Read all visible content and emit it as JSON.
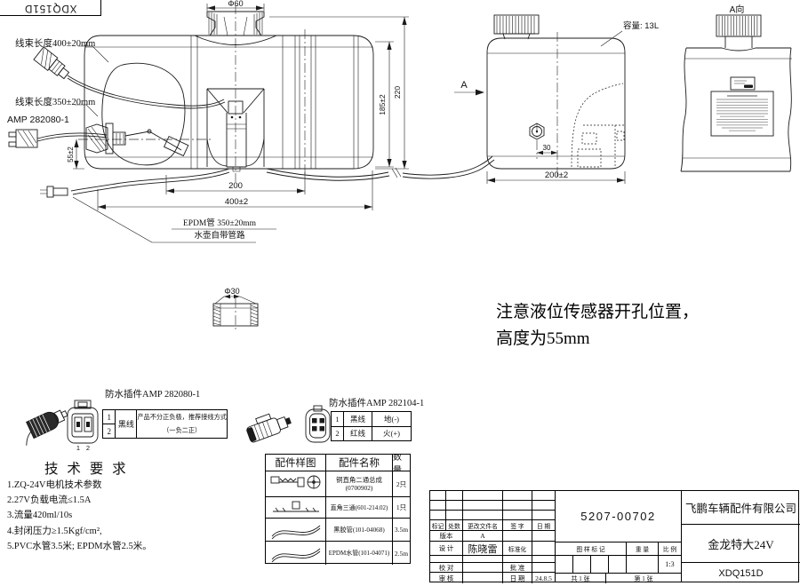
{
  "corner_stamp": {
    "text": "XDQ151D"
  },
  "main_view": {
    "wire1_label": "线束长度400±20mm",
    "wire2_label": "线束长度350±20mm",
    "amp_label": "AMP 282080-1",
    "cap_dia": "Φ60",
    "sensor_height": "55±2",
    "dim_200": "200",
    "dim_400": "400±2",
    "hose_label_line1": "EPDM管 350±20mm",
    "hose_label_line2": "水壶自带管路",
    "dim_185": "185±2",
    "dim_220": "220",
    "section_letter": "A"
  },
  "side_view": {
    "capacity": "容量: 13L",
    "dim_30": "30",
    "dim_200": "200±2"
  },
  "a_view": {
    "label": "A向"
  },
  "cap_detail": {
    "dia": "Φ30"
  },
  "note": {
    "line1": "注意液位传感器开孔位置，",
    "line2": "高度为55mm"
  },
  "connector1": {
    "title": "防水插件AMP 282080-1",
    "pin1": "1",
    "pin2": "2",
    "row1_no": "1",
    "row2_no": "2",
    "wire": "黑线",
    "desc1": "产品不分正负极，推荐接线方式",
    "desc2": "（一负二正）"
  },
  "tech": {
    "title": "技 术 要 求",
    "item1": "1.ZQ-24V电机技术参数",
    "item2": "2.27V负载电流≤1.5A",
    "item3": "3.流量420ml/10s",
    "item4": "4.封闭压力≥1.5Kgf/cm²,",
    "item5": "5.PVC水管3.5米; EPDM水管2.5米。"
  },
  "connector2": {
    "title": "防水插件AMP 282104-1",
    "r1c1": "1",
    "r1c2": "黑线",
    "r1c3": "地(-)",
    "r2c1": "2",
    "r2c2": "红线",
    "r2c3": "火(+)"
  },
  "parts": {
    "h1": "配件样图",
    "h2": "配件名称",
    "h3": "数量",
    "r1_name1": "铜直角二通总成",
    "r1_name2": "(0700902)",
    "r1_qty": "2只",
    "r2_name": "直角三通(601-214.02)",
    "r2_qty": "1只",
    "r3_name": "黑胶管(101-04068)",
    "r3_qty": "3.5m",
    "r4_name": "EPDM水管(101-04071)",
    "r4_qty": "2.5m"
  },
  "title_block": {
    "drawing_no": "5207-00702",
    "company": "飞鹏车辆配件有限公司",
    "product": "金龙特大24V",
    "model": "XDQ151D",
    "c_mark": "标记",
    "c_count": "处数",
    "c_file": "更改文件名",
    "c_sign": "签 字",
    "c_date": "日 期",
    "version_label": "版本",
    "version_value": "A",
    "design": "设 计",
    "designer": "陈晓雷",
    "standardize": "标准化",
    "proof": "校 对",
    "approve": "批 准",
    "audit": "审 核",
    "date_label": "日 期",
    "date_value": "24.8.5",
    "mark_label": "图 样 标 记",
    "weight_label": "重 量",
    "scale_label": "比 例",
    "scale_value": "1:3",
    "sheet_total": "共 1 张",
    "sheet_no": "第 1 张"
  }
}
